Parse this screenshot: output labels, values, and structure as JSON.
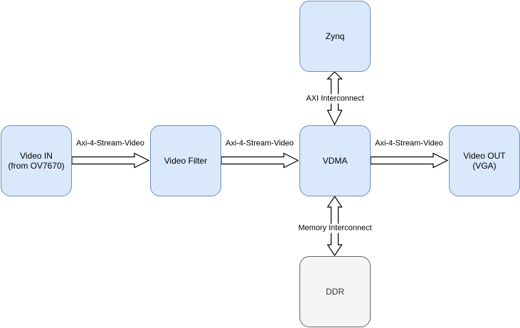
{
  "nodes": {
    "video_in": "Video IN\n(from OV7670)",
    "video_filter": "Video Filter",
    "vdma": "VDMA",
    "video_out": "Video OUT\n(VGA)",
    "zynq": "Zynq",
    "ddr": "DDR"
  },
  "edges": {
    "in_to_filter": "Axi-4-Stream-Video",
    "filter_to_vdma": "Axi-4-Stream-Video",
    "vdma_to_out": "Axi-4-Stream-Video",
    "zynq_vdma": "AXI Interconnect",
    "vdma_ddr": "Memory Interconnect"
  },
  "colors": {
    "node_fill": "#dae8fc",
    "node_stroke": "#6c8ebf",
    "ddr_fill": "#f5f5f5",
    "ddr_stroke": "#666666",
    "arrow_stroke": "#000000"
  }
}
